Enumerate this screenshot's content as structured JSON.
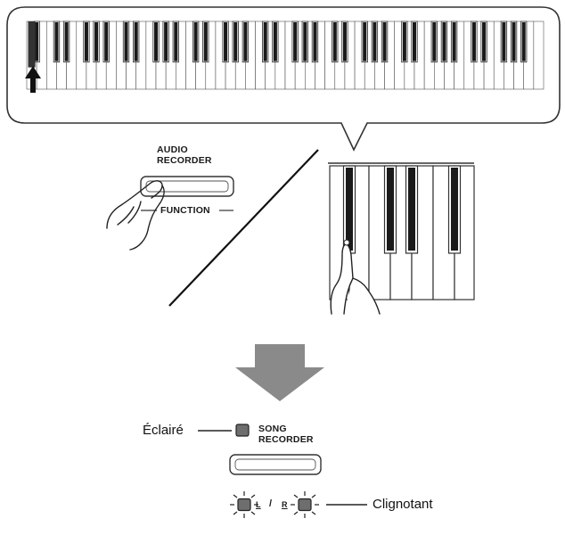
{
  "keyboard": {
    "white_key_count": 52,
    "black_key_pattern": [
      "single",
      "group2",
      "group3"
    ]
  },
  "audio_recorder": {
    "title_line1": "AUDIO",
    "title_line2": "RECORDER",
    "function_label": "FUNCTION"
  },
  "song_recorder": {
    "title_line1": "SONG",
    "title_line2": "RECORDER",
    "lit_label": "Éclairé",
    "blink_label": "Clignotant",
    "left_part_symbol": "L",
    "right_part_symbol": "R",
    "separator": "/"
  },
  "colors": {
    "lamp_fill": "#6e6e6e",
    "arrow_fill": "#8a8a8a",
    "line": "#222222",
    "key_black": "#1a1a1a"
  }
}
